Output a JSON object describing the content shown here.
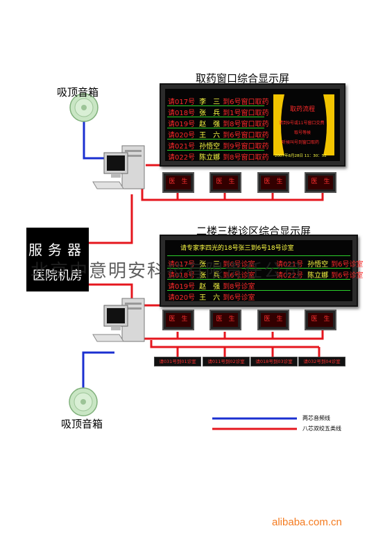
{
  "colors": {
    "audio_line": "#1a2fd0",
    "network_line": "#e5161d",
    "led_red": "#ff2a2a",
    "led_yellow": "#ffff44",
    "led_green": "#2ad12a"
  },
  "labels": {
    "speaker_top": "吸顶音箱",
    "speaker_bottom": "吸顶音箱",
    "board_top_title": "取药窗口综合显示屏",
    "board_bottom_title": "二楼三楼诊区综合显示屏",
    "server_line1": "服务器",
    "server_line2": "医院机房"
  },
  "pharmacy_board": {
    "rows": [
      {
        "num": "请017号",
        "name": "李　三",
        "msg": "到6号窗口取药"
      },
      {
        "num": "请018号",
        "name": "张　兵",
        "msg": "到1号窗口取药"
      },
      {
        "num": "请019号",
        "name": "赵　强",
        "msg": "到8号窗口取药"
      },
      {
        "num": "请020号",
        "name": "王　六",
        "msg": "到6号窗口取药"
      },
      {
        "num": "请021号",
        "name": "孙悟空",
        "msg": "到9号窗口取药"
      },
      {
        "num": "请022号",
        "name": "陈立娜",
        "msg": "到8号窗口取药"
      }
    ],
    "flow_title": "取药流程",
    "flow_lines": [
      "请到9号或11号窗口交费",
      "取号等候",
      "听候叫号到窗口取药"
    ],
    "datetime": "2007年8月28日 11：30：52"
  },
  "clinic_board": {
    "header": "请专家李四光的18号张三到6号18号诊室",
    "rows": [
      {
        "num": "请017号",
        "name": "张　三",
        "msg": "到6号诊室"
      },
      {
        "num": "请018号",
        "name": "张　兵",
        "msg": "到6号诊室"
      },
      {
        "num": "请019号",
        "name": "赵　强",
        "msg": "到8号诊室"
      },
      {
        "num": "请020号",
        "name": "王　六",
        "msg": "到6号诊室"
      }
    ],
    "right_rows": [
      {
        "num": "请021号",
        "name": "孙悟空",
        "msg": "到6号诊室"
      },
      {
        "num": "请022号",
        "name": "陈立娜",
        "msg": "到6号诊室"
      }
    ]
  },
  "monitor_text": "医　生",
  "mini_panels": [
    "请031号到01诊室",
    "请011号到02诊室",
    "请018号到03诊室",
    "请032号到04诊室"
  ],
  "legend": {
    "audio": "两芯音频线",
    "network": "八芯双绞五类线"
  },
  "watermark": "北京中意明安科技有限责任公司",
  "footer": "alibaba.com.cn"
}
